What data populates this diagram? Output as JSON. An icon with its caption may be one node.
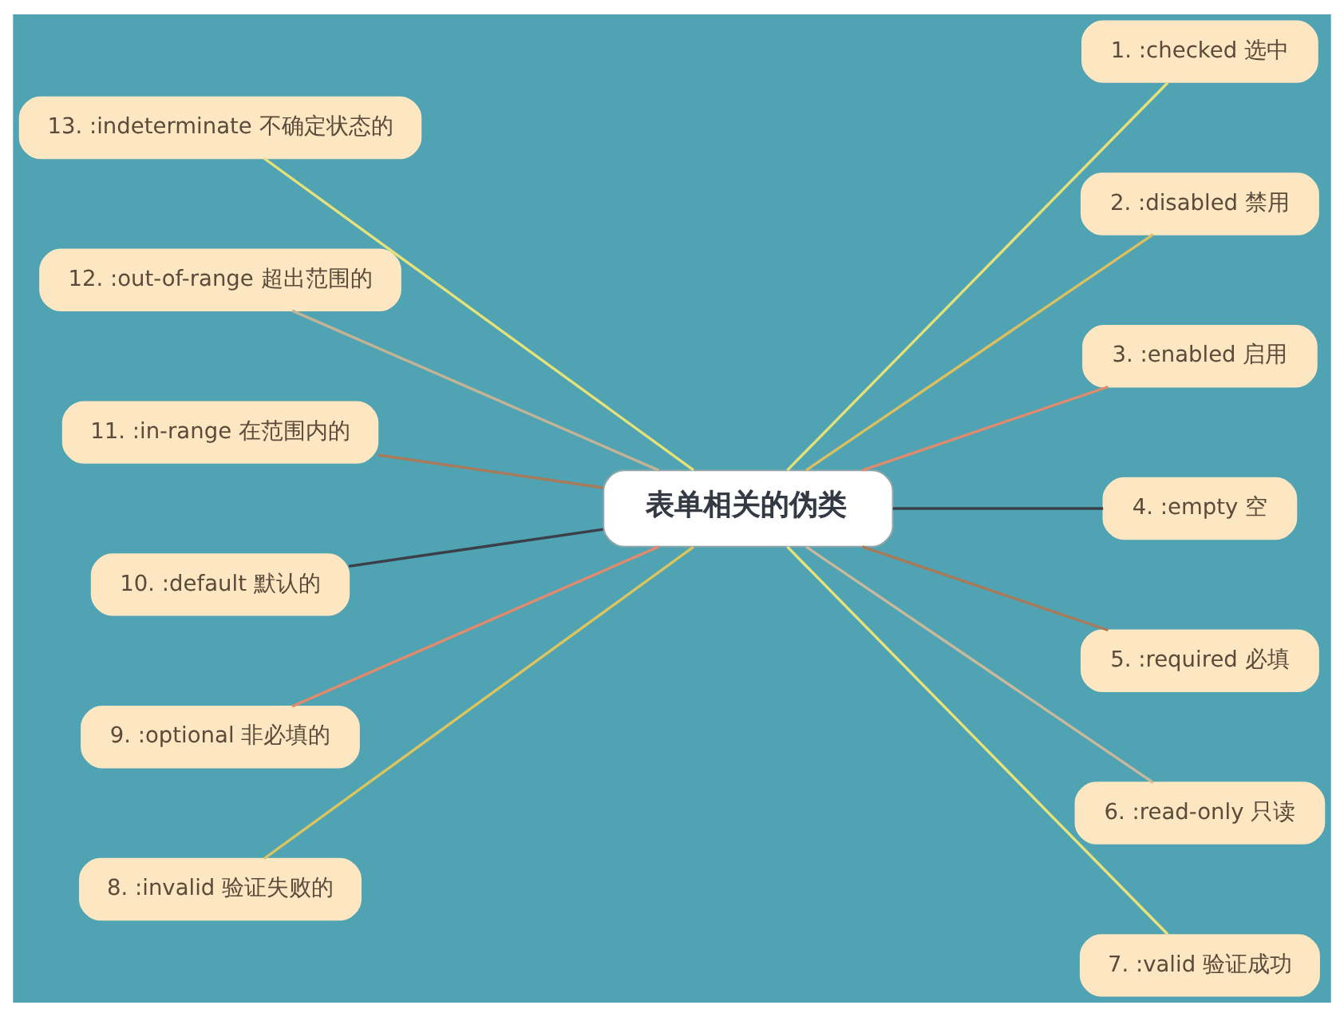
{
  "diagram": {
    "nodes": [
      {
        "text": [
          "表单相关的伪类"
        ]
      },
      {
        "text": [
          "1. :checked 选中"
        ]
      },
      {
        "text": [
          "2. :disabled 禁用"
        ]
      },
      {
        "text": [
          "3. :enabled 启用"
        ]
      },
      {
        "text": [
          "4. :empty 空"
        ]
      },
      {
        "text": [
          "5. :required 必填"
        ]
      },
      {
        "text": [
          "6. :read-only 只读"
        ]
      },
      {
        "text": [
          "7. :valid 验证成功"
        ]
      },
      {
        "text": [
          "8. :invalid 验证失败的"
        ]
      },
      {
        "text": [
          "9. :optional 非必填的"
        ]
      },
      {
        "text": [
          "10. :default 默认的"
        ]
      },
      {
        "text": [
          "11. :in-range 在范围内的"
        ]
      },
      {
        "text": [
          "12. :out-of-range 超出范围的"
        ]
      },
      {
        "text": [
          "13. :indeterminate 不确定状态的"
        ]
      }
    ],
    "edges": [
      {
        "from": 0,
        "to": 1,
        "arrow": "none",
        "color": "#e5e07a"
      },
      {
        "from": 0,
        "to": 2,
        "arrow": "none",
        "color": "#dcbf5e"
      },
      {
        "from": 0,
        "to": 3,
        "arrow": "none",
        "color": "#e08a6e"
      },
      {
        "from": 0,
        "to": 4,
        "arrow": "none",
        "color": "#3b3f4a"
      },
      {
        "from": 0,
        "to": 5,
        "arrow": "none",
        "color": "#a87a5a"
      },
      {
        "from": 0,
        "to": 6,
        "arrow": "none",
        "color": "#c9b99c"
      },
      {
        "from": 0,
        "to": 7,
        "arrow": "none",
        "color": "#e8e27a"
      },
      {
        "from": 0,
        "to": 8,
        "arrow": "none",
        "color": "#dcc45e"
      },
      {
        "from": 0,
        "to": 9,
        "arrow": "none",
        "color": "#e08a6e"
      },
      {
        "from": 0,
        "to": 10,
        "arrow": "none",
        "color": "#3b3f4a"
      },
      {
        "from": 0,
        "to": 11,
        "arrow": "none",
        "color": "#a87a5a"
      },
      {
        "from": 0,
        "to": 12,
        "arrow": "none",
        "color": "#c2b396"
      },
      {
        "from": 0,
        "to": 13,
        "arrow": "none",
        "color": "#e5e27a"
      }
    ]
  }
}
